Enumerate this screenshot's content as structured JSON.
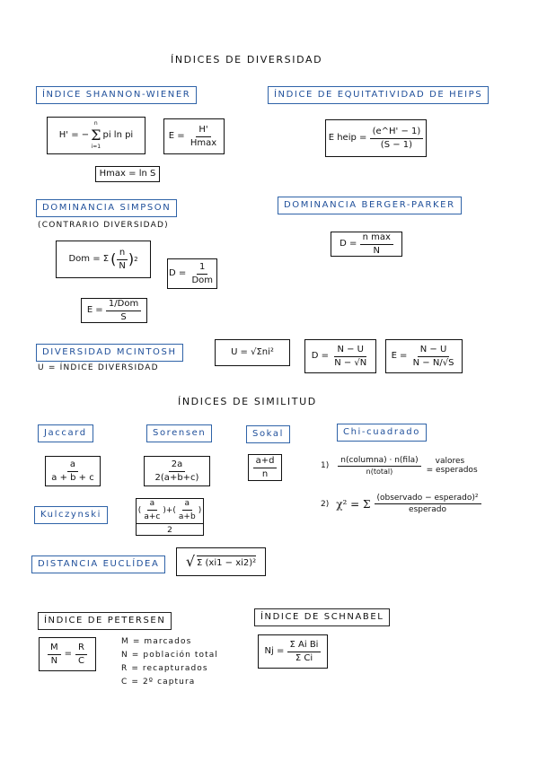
{
  "titles": {
    "diversity": "ÍNDICES DE DIVERSIDAD",
    "similarity": "ÍNDICES DE SIMILITUD"
  },
  "sections": {
    "shannon": "ÍNDICE SHANNON-WIENER",
    "heip": "ÍNDICE DE EQUITATIVIDAD DE HEIPS",
    "simpson": "DOMINANCIA SIMPSON",
    "simpson_note": "(CONTRARIO DIVERSIDAD)",
    "berger": "DOMINANCIA BERGER-PARKER",
    "mcintosh": "DIVERSIDAD MCINTOSH",
    "mcintosh_note": "U = ÍNDICE DIVERSIDAD",
    "jaccard": "Jaccard",
    "sorensen": "Sorensen",
    "sokal": "Sokal",
    "chi": "Chi-cuadrado",
    "kulczynski": "Kulczynski",
    "euclid": "DISTANCIA EUCLÍDEA",
    "petersen": "ÍNDICE DE PETERSEN",
    "schnabel": "ÍNDICE DE SCHNABEL"
  },
  "formulas": {
    "shannon_lhs": "H' = −",
    "shannon_sum_top": "n",
    "shannon_sum_bot": "i=1",
    "shannon_rhs": "pi ln pi",
    "shannon_e_lhs": "E =",
    "shannon_e_num": "H'",
    "shannon_e_den": "Hmax",
    "hmax": "Hmax = ln S",
    "heip_lhs": "E heip =",
    "heip_num": "(e^H' − 1)",
    "heip_den": "(S − 1)",
    "simpson_lhs": "Dom = Σ",
    "simpson_num": "n",
    "simpson_den": "N",
    "simpson_exp": "2",
    "simpson_d_lhs": "D =",
    "simpson_d_num": "1",
    "simpson_d_den": "Dom",
    "simpson_e_lhs": "E =",
    "simpson_e_num": "1/Dom",
    "simpson_e_den": "S",
    "berger_lhs": "D =",
    "berger_num": "n max",
    "berger_den": "N",
    "mcintosh_u": "U = √Σni²",
    "mcintosh_d_lhs": "D =",
    "mcintosh_d_num": "N − U",
    "mcintosh_d_den": "N − √N",
    "mcintosh_e_lhs": "E =",
    "mcintosh_e_num": "N − U",
    "mcintosh_e_den": "N − N/√S",
    "jaccard_num": "a",
    "jaccard_den": "a + b + c",
    "sorensen_num": "2a",
    "sorensen_den": "2(a+b+c)",
    "sokal_num": "a+d",
    "sokal_den": "n",
    "chi1_idx": "1)",
    "chi1_num": "n(columna) · n(fila)",
    "chi1_den": "n(total)",
    "chi1_rhs": "= valores esperados",
    "chi1_rhs_a": "valores",
    "chi1_rhs_b": "= esperados",
    "chi2_idx": "2)",
    "chi2_lhs": "χ² = Σ",
    "chi2_num": "(observado − esperado)²",
    "chi2_den": "esperado",
    "kulc_a_num": "a",
    "kulc_a_den": "a+c",
    "kulc_b_num": "a",
    "kulc_b_den": "a+b",
    "kulc_den": "2",
    "euclid": "Σ (xi1 − xi2)²",
    "petersen_m": "M",
    "petersen_n": "N",
    "petersen_r": "R",
    "petersen_c": "C",
    "schnabel_lhs": "Nj =",
    "schnabel_num": "Σ Ai Bi",
    "schnabel_den": "Σ Ci"
  },
  "legend": [
    "M = marcados",
    "N = población total",
    "R = recapturados",
    "C = 2º captura"
  ],
  "colors": {
    "accent": "#2f63a8",
    "ink": "#111111"
  }
}
